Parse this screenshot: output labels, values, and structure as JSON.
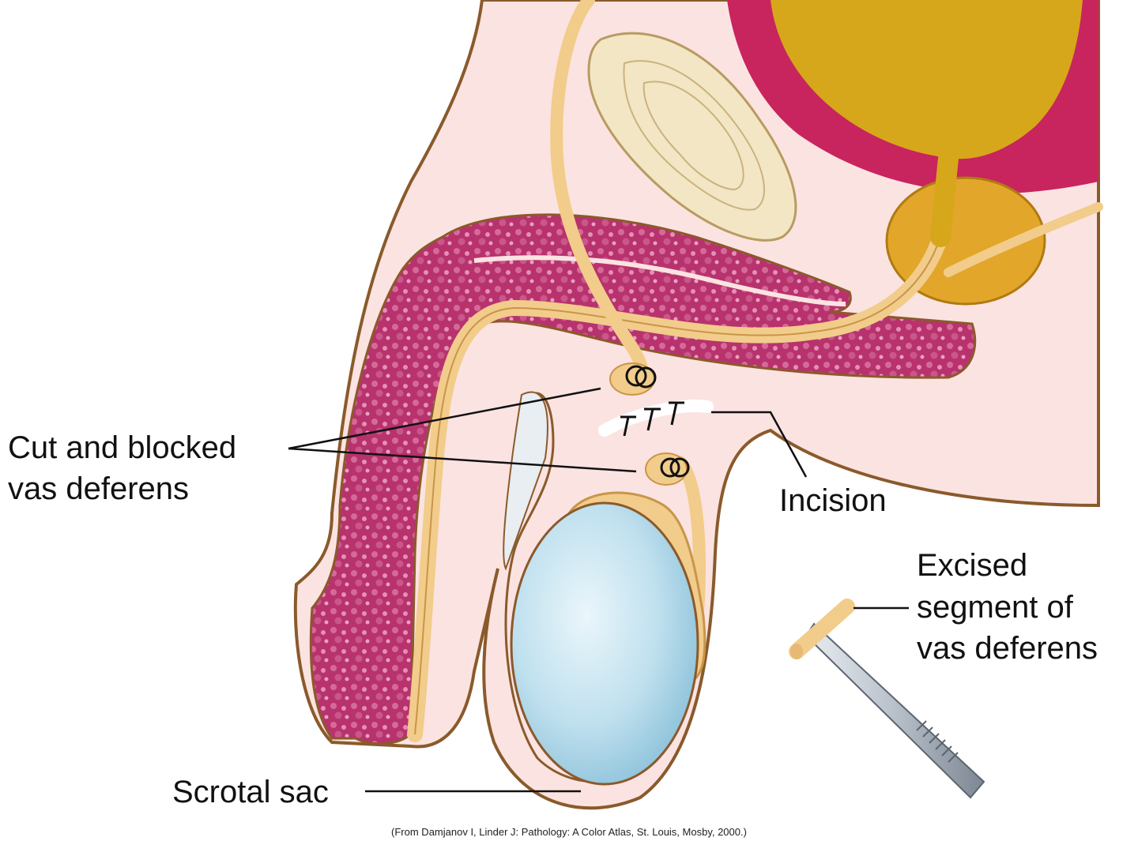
{
  "labels": {
    "cut_line1": "Cut and blocked",
    "cut_line2": "vas deferens",
    "incision": "Incision",
    "excised_line1": "Excised",
    "excised_line2": "segment of",
    "excised_line3": "vas deferens",
    "scrotal_sac": "Scrotal sac"
  },
  "credit": "(From Damjanov I, Linder J: Pathology: A Color Atlas, St. Louis, Mosby, 2000.)",
  "colors": {
    "skin": "#fbe3e1",
    "outline": "#8a5a2b",
    "bladder_wall": "#c8245e",
    "urine": "#d6a71a",
    "prostate": "#e2a62a",
    "vas": "#f2cc8a",
    "erectile": "#b8326e",
    "testis": "#bfe0ee",
    "bone": "#f3e6c4"
  }
}
